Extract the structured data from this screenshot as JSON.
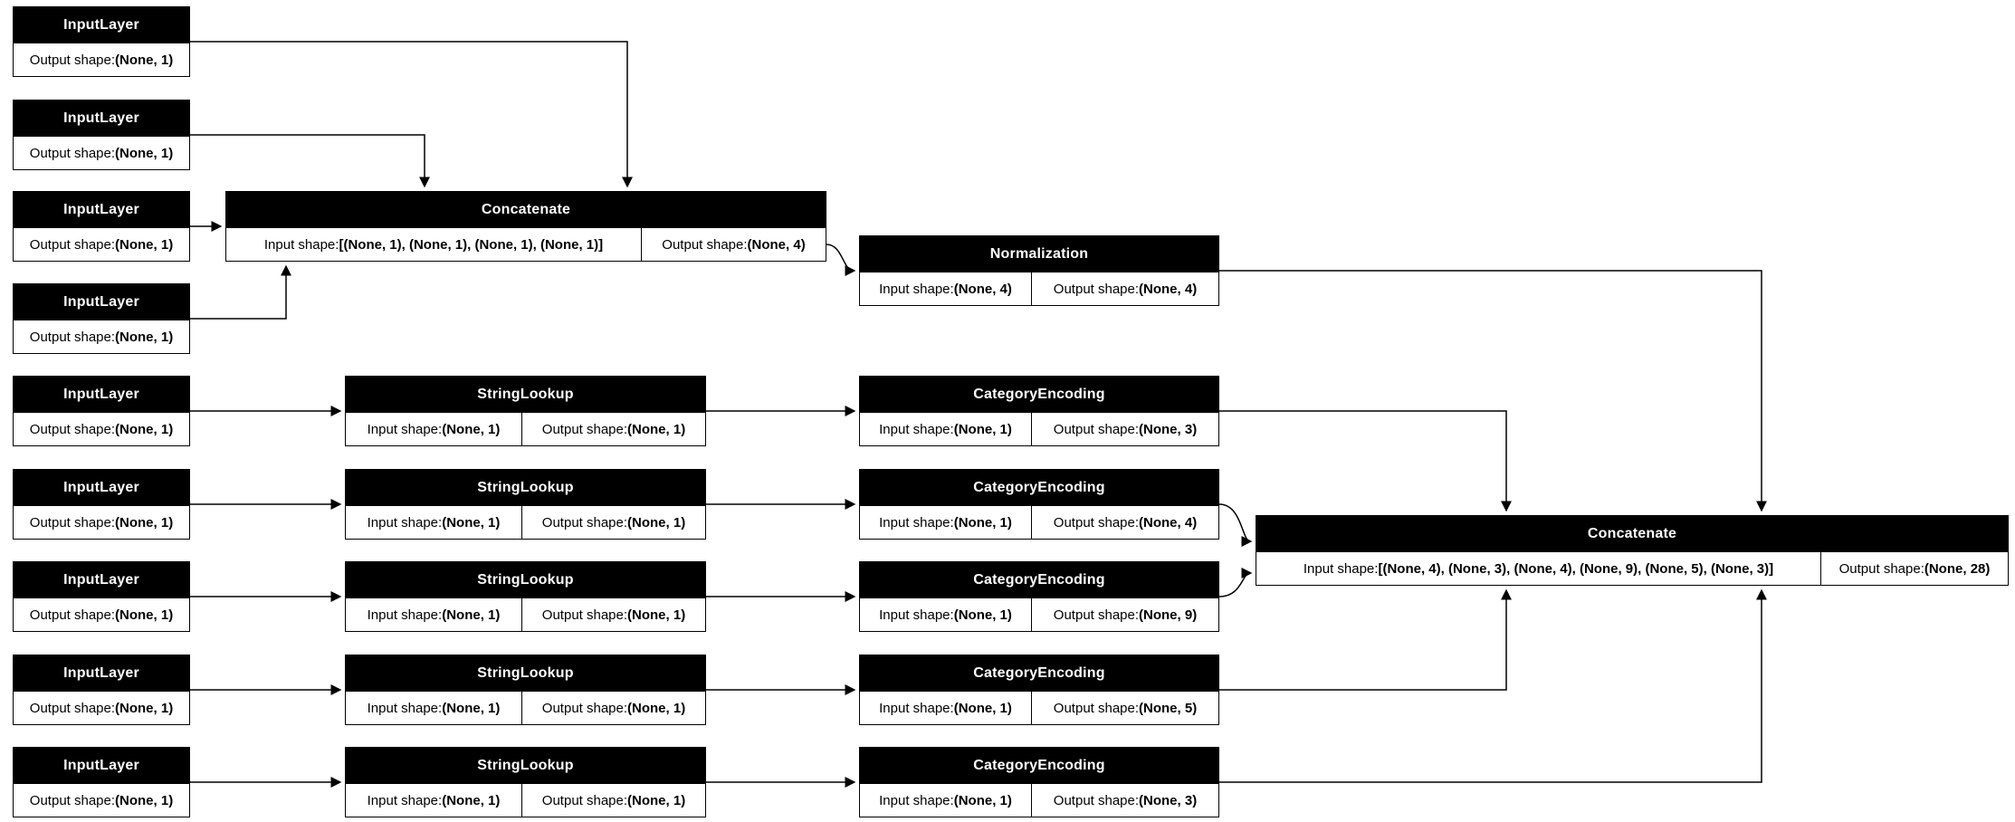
{
  "colors": {
    "node_header_bg": "#000000",
    "node_header_text": "#ffffff",
    "node_body_bg": "#ffffff",
    "border": "#000000",
    "edge": "#000000",
    "page_bg": "#ffffff"
  },
  "diagram": {
    "nodes": {
      "il1": {
        "title": "InputLayer",
        "cells": [
          {
            "label": "Output shape: ",
            "value": "(None, 1)"
          }
        ]
      },
      "il2": {
        "title": "InputLayer",
        "cells": [
          {
            "label": "Output shape: ",
            "value": "(None, 1)"
          }
        ]
      },
      "il3": {
        "title": "InputLayer",
        "cells": [
          {
            "label": "Output shape: ",
            "value": "(None, 1)"
          }
        ]
      },
      "il4": {
        "title": "InputLayer",
        "cells": [
          {
            "label": "Output shape: ",
            "value": "(None, 1)"
          }
        ]
      },
      "il5": {
        "title": "InputLayer",
        "cells": [
          {
            "label": "Output shape: ",
            "value": "(None, 1)"
          }
        ]
      },
      "il6": {
        "title": "InputLayer",
        "cells": [
          {
            "label": "Output shape: ",
            "value": "(None, 1)"
          }
        ]
      },
      "il7": {
        "title": "InputLayer",
        "cells": [
          {
            "label": "Output shape: ",
            "value": "(None, 1)"
          }
        ]
      },
      "il8": {
        "title": "InputLayer",
        "cells": [
          {
            "label": "Output shape: ",
            "value": "(None, 1)"
          }
        ]
      },
      "il9": {
        "title": "InputLayer",
        "cells": [
          {
            "label": "Output shape: ",
            "value": "(None, 1)"
          }
        ]
      },
      "concat1": {
        "title": "Concatenate",
        "cells": [
          {
            "label": "Input shape: ",
            "value": "[(None, 1), (None, 1), (None, 1), (None, 1)]"
          },
          {
            "label": "Output shape: ",
            "value": "(None, 4)"
          }
        ]
      },
      "norm": {
        "title": "Normalization",
        "cells": [
          {
            "label": "Input shape: ",
            "value": "(None, 4)"
          },
          {
            "label": "Output shape: ",
            "value": "(None, 4)"
          }
        ]
      },
      "sl1": {
        "title": "StringLookup",
        "cells": [
          {
            "label": "Input shape: ",
            "value": "(None, 1)"
          },
          {
            "label": "Output shape: ",
            "value": "(None, 1)"
          }
        ]
      },
      "sl2": {
        "title": "StringLookup",
        "cells": [
          {
            "label": "Input shape: ",
            "value": "(None, 1)"
          },
          {
            "label": "Output shape: ",
            "value": "(None, 1)"
          }
        ]
      },
      "sl3": {
        "title": "StringLookup",
        "cells": [
          {
            "label": "Input shape: ",
            "value": "(None, 1)"
          },
          {
            "label": "Output shape: ",
            "value": "(None, 1)"
          }
        ]
      },
      "sl4": {
        "title": "StringLookup",
        "cells": [
          {
            "label": "Input shape: ",
            "value": "(None, 1)"
          },
          {
            "label": "Output shape: ",
            "value": "(None, 1)"
          }
        ]
      },
      "sl5": {
        "title": "StringLookup",
        "cells": [
          {
            "label": "Input shape: ",
            "value": "(None, 1)"
          },
          {
            "label": "Output shape: ",
            "value": "(None, 1)"
          }
        ]
      },
      "ce1": {
        "title": "CategoryEncoding",
        "cells": [
          {
            "label": "Input shape: ",
            "value": "(None, 1)"
          },
          {
            "label": "Output shape: ",
            "value": "(None, 3)"
          }
        ]
      },
      "ce2": {
        "title": "CategoryEncoding",
        "cells": [
          {
            "label": "Input shape: ",
            "value": "(None, 1)"
          },
          {
            "label": "Output shape: ",
            "value": "(None, 4)"
          }
        ]
      },
      "ce3": {
        "title": "CategoryEncoding",
        "cells": [
          {
            "label": "Input shape: ",
            "value": "(None, 1)"
          },
          {
            "label": "Output shape: ",
            "value": "(None, 9)"
          }
        ]
      },
      "ce4": {
        "title": "CategoryEncoding",
        "cells": [
          {
            "label": "Input shape: ",
            "value": "(None, 1)"
          },
          {
            "label": "Output shape: ",
            "value": "(None, 5)"
          }
        ]
      },
      "ce5": {
        "title": "CategoryEncoding",
        "cells": [
          {
            "label": "Input shape: ",
            "value": "(None, 1)"
          },
          {
            "label": "Output shape: ",
            "value": "(None, 3)"
          }
        ]
      },
      "concat2": {
        "title": "Concatenate",
        "cells": [
          {
            "label": "Input shape: ",
            "value": "[(None, 4), (None, 3), (None, 4), (None, 9), (None, 5), (None, 3)]"
          },
          {
            "label": "Output shape: ",
            "value": "(None, 28)"
          }
        ]
      }
    },
    "edges": [
      {
        "from": "il1",
        "to": "concat1"
      },
      {
        "from": "il2",
        "to": "concat1"
      },
      {
        "from": "il3",
        "to": "concat1"
      },
      {
        "from": "il4",
        "to": "concat1"
      },
      {
        "from": "concat1",
        "to": "norm"
      },
      {
        "from": "norm",
        "to": "concat2"
      },
      {
        "from": "il5",
        "to": "sl1"
      },
      {
        "from": "sl1",
        "to": "ce1"
      },
      {
        "from": "ce1",
        "to": "concat2"
      },
      {
        "from": "il6",
        "to": "sl2"
      },
      {
        "from": "sl2",
        "to": "ce2"
      },
      {
        "from": "ce2",
        "to": "concat2"
      },
      {
        "from": "il7",
        "to": "sl3"
      },
      {
        "from": "sl3",
        "to": "ce3"
      },
      {
        "from": "ce3",
        "to": "concat2"
      },
      {
        "from": "il8",
        "to": "sl4"
      },
      {
        "from": "sl4",
        "to": "ce4"
      },
      {
        "from": "ce4",
        "to": "concat2"
      },
      {
        "from": "il9",
        "to": "sl5"
      },
      {
        "from": "sl5",
        "to": "ce5"
      },
      {
        "from": "ce5",
        "to": "concat2"
      }
    ]
  }
}
